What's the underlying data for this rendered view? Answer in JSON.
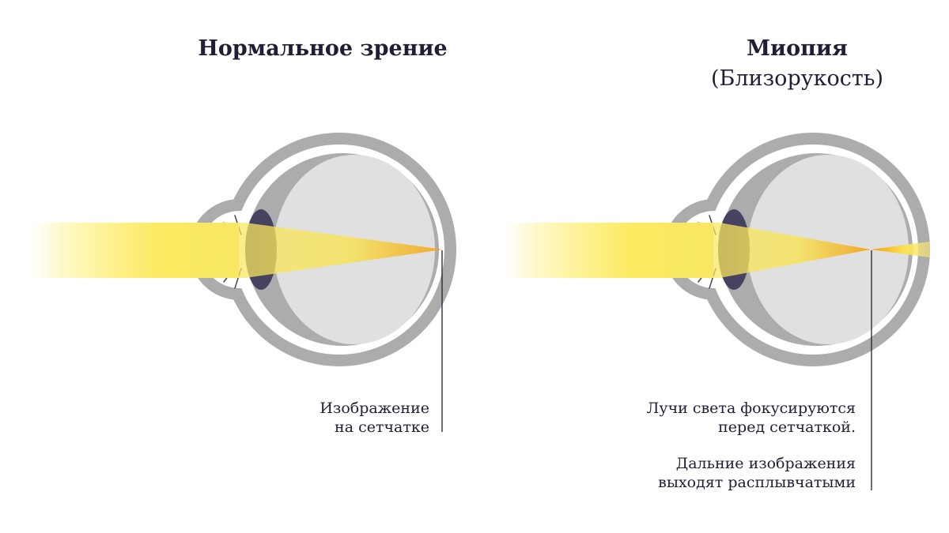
{
  "left_panel": {
    "title": "Нормальное зрение",
    "caption_lines": [
      "Изображение",
      "на сетчатке"
    ]
  },
  "right_panel": {
    "title": "Миопия",
    "subtitle": "(Близорукость)",
    "caption_lines": [
      "Лучи света фокусируются",
      "перед сетчаткой.",
      "",
      "Дальние изображения",
      "выходят расплывчатыми"
    ]
  },
  "colors": {
    "text": "#231c35",
    "sclera": "#acacac",
    "vitreous": "#e0e0e0",
    "lens": "#46425f",
    "light_beam": "#f7e24d",
    "focus": "#f0a20c",
    "pointer_line": "#231c35"
  }
}
